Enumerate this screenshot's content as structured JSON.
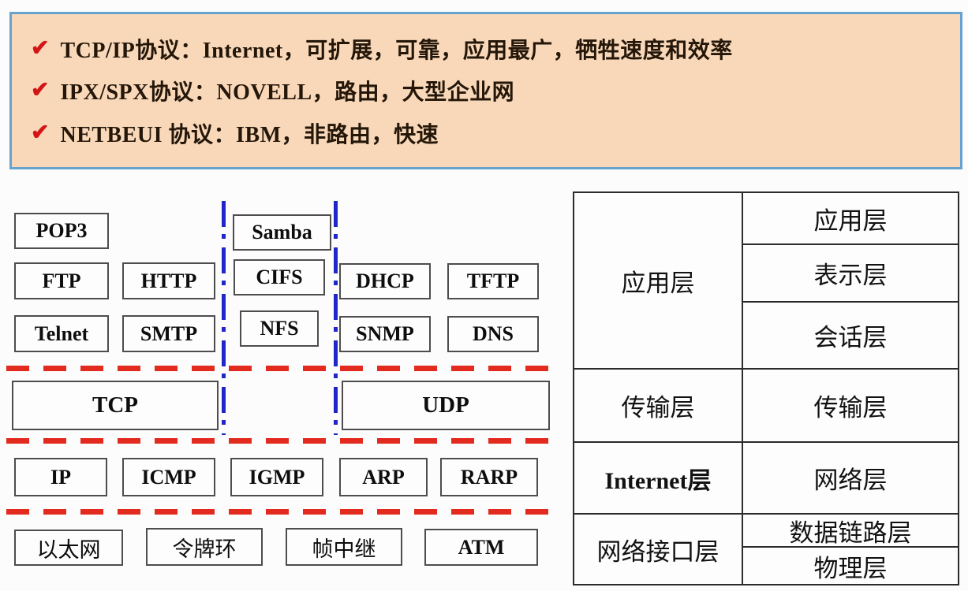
{
  "banner": {
    "check_glyph": "✔",
    "items": [
      "TCP/IP协议：Internet，可扩展，可靠，应用最广，牺牲速度和效率",
      "IPX/SPX协议：NOVELL，路由，大型企业网",
      "NETBEUI 协议：IBM，非路由，快速"
    ]
  },
  "stack": {
    "app_layer": [
      "POP3",
      "Samba",
      "FTP",
      "HTTP",
      "CIFS",
      "DHCP",
      "TFTP",
      "Telnet",
      "SMTP",
      "NFS",
      "SNMP",
      "DNS"
    ],
    "transport_layer": [
      "TCP",
      "UDP"
    ],
    "internet_layer": [
      "IP",
      "ICMP",
      "IGMP",
      "ARP",
      "RARP"
    ],
    "link_layer": [
      "以太网",
      "令牌环",
      "帧中继",
      "ATM"
    ]
  },
  "osi_table": {
    "tcpip_column": [
      "应用层",
      "传输层",
      "Internet层",
      "网络接口层"
    ],
    "osi_column": [
      "应用层",
      "表示层",
      "会话层",
      "传输层",
      "网络层",
      "数据链路层",
      "物理层"
    ]
  },
  "colors": {
    "banner_bg": "#f9d8ba",
    "banner_border": "#66a3cf",
    "check_red": "#d31515",
    "dashed_red": "#e32a1e",
    "dashdot_blue": "#2026c8",
    "box_border": "#4d4d4d"
  }
}
